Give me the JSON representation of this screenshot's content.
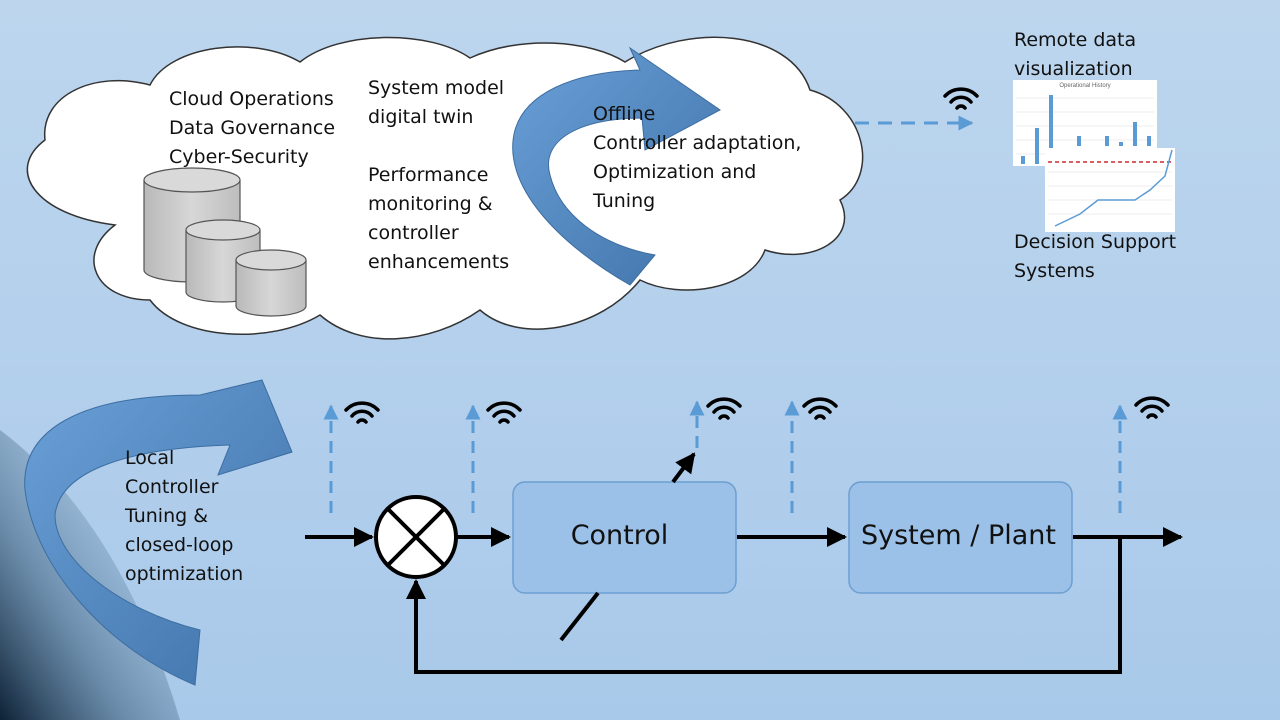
{
  "cloud": {
    "ops_lines": [
      "Cloud Operations",
      "Data Governance",
      "Cyber-Security"
    ],
    "model_lines": [
      "System model",
      "digital twin"
    ],
    "perf_lines": [
      "Performance",
      "monitoring &",
      "controller",
      "enhancements"
    ],
    "offline_lines": [
      "Offline",
      "Controller adaptation,",
      "Optimization and",
      "Tuning"
    ]
  },
  "remote": {
    "title_lines": [
      "Remote data",
      "visualization"
    ],
    "chart_title": "Operational History",
    "dss_lines": [
      "Decision Support",
      "Systems"
    ]
  },
  "local": {
    "lines": [
      "Local",
      "Controller",
      "Tuning &",
      "closed-loop",
      "optimization"
    ]
  },
  "blocks": {
    "control_label": "Control",
    "plant_label": "System / Plant"
  },
  "colors": {
    "background_top": "#bcd6ee",
    "arrow_blue": "#4f86c6",
    "block_fill": "#9cc1e8",
    "dashed_blue": "#5b9bd5"
  },
  "icons": [
    "cloud-icon",
    "database-icon",
    "wifi-icon",
    "summing-junction-icon",
    "curved-arrow-icon"
  ]
}
